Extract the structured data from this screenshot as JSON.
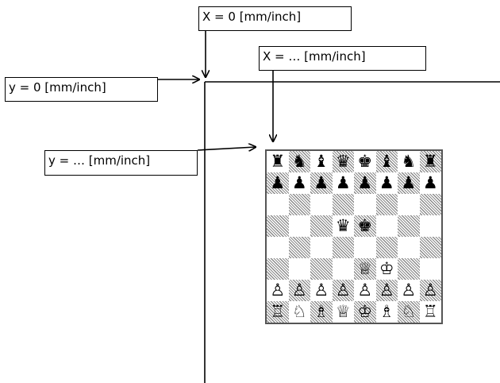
{
  "labels": {
    "x_origin": "X = 0 [mm/inch]",
    "x_offset": "X = … [mm/inch]",
    "y_origin": "y = 0 [mm/inch]",
    "y_offset": "y = … [mm/inch]"
  },
  "board": {
    "rows": [
      [
        "♜",
        "♞",
        "♝",
        "♛",
        "♚",
        "♝",
        "♞",
        "♜"
      ],
      [
        "♟",
        "♟",
        "♟",
        "♟",
        "♟",
        "♟",
        "♟",
        "♟"
      ],
      [
        "",
        "",
        "",
        "",
        "",
        "",
        "",
        ""
      ],
      [
        "",
        "",
        "",
        "♛",
        "♚",
        "",
        "",
        ""
      ],
      [
        "",
        "",
        "",
        "",
        "",
        "",
        "",
        ""
      ],
      [
        "",
        "",
        "",
        "",
        "♕",
        "♔",
        "",
        ""
      ],
      [
        "♙",
        "♙",
        "♙",
        "♙",
        "♙",
        "♙",
        "♙",
        "♙"
      ],
      [
        "♖",
        "♘",
        "♗",
        "♕",
        "♔",
        "♗",
        "♘",
        "♖"
      ]
    ]
  },
  "colors": {
    "line": "#000000",
    "board_border": "#555555",
    "hatch": "#8a8a8a"
  }
}
